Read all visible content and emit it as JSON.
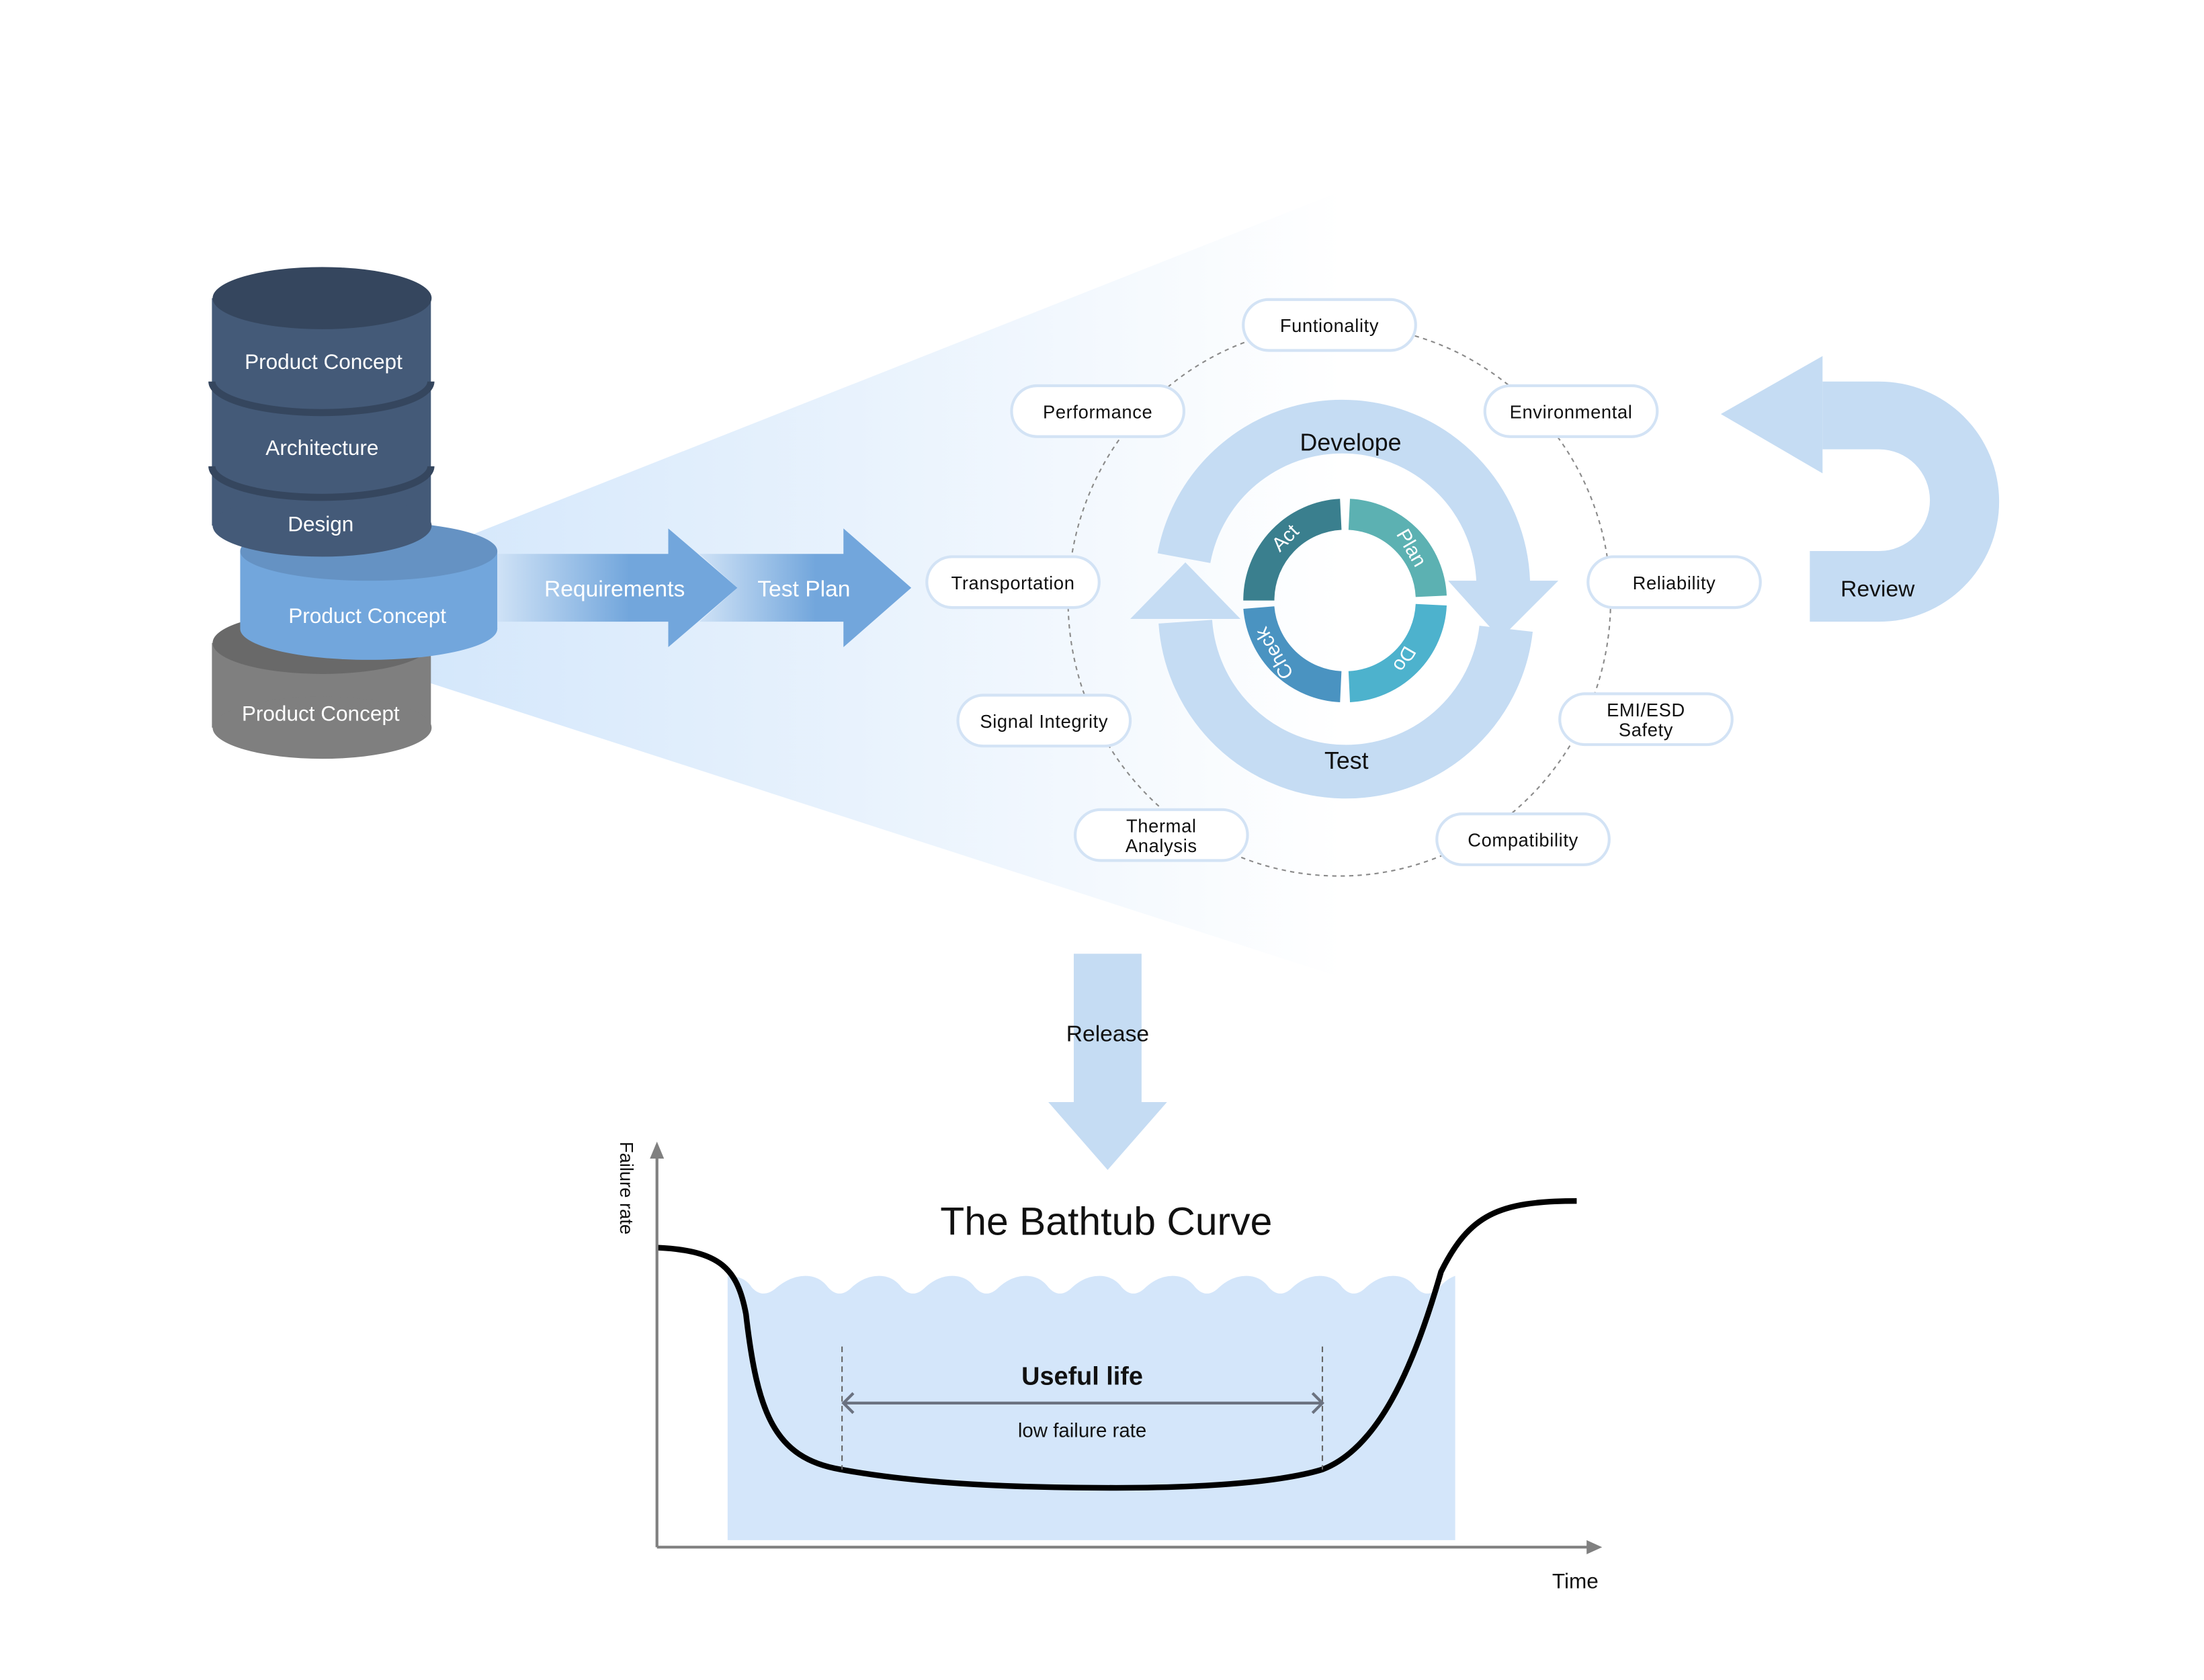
{
  "stack": {
    "layers": [
      "Product Concept",
      "Architecture",
      "Design"
    ],
    "middle": "Product Concept",
    "bottom": "Product Concept"
  },
  "flow": {
    "requirements": "Requirements",
    "test_plan": "Test Plan",
    "release": "Release",
    "review": "Review"
  },
  "cycle": {
    "top_label": "Develope",
    "bottom_label": "Test",
    "pdca": [
      "Act",
      "Plan",
      "Do",
      "Check"
    ],
    "pdca_colors": [
      "#3a7f8e",
      "#5cb1b2",
      "#4db2cd",
      "#4a93c1"
    ]
  },
  "test_areas": {
    "functionality": "Funtionality",
    "performance": "Performance",
    "environmental": "Environmental",
    "transportation": "Transportation",
    "reliability": "Reliability",
    "signal_integrity": "Signal Integrity",
    "emi_line1": "EMI/ESD",
    "emi_line2": "Safety",
    "thermal_line1": "Thermal",
    "thermal_line2": "Analysis",
    "compatibility": "Compatibility"
  },
  "bathtub": {
    "title": "The Bathtub Curve",
    "y_axis": "Failure rate",
    "x_axis": "Time",
    "useful_life": "Useful life",
    "useful_life_sub": "low failure rate",
    "colors": {
      "early": "#7e355e",
      "useful": "#5770ab",
      "wearout": "#e09a2e",
      "water": "#d4e6fa"
    }
  }
}
